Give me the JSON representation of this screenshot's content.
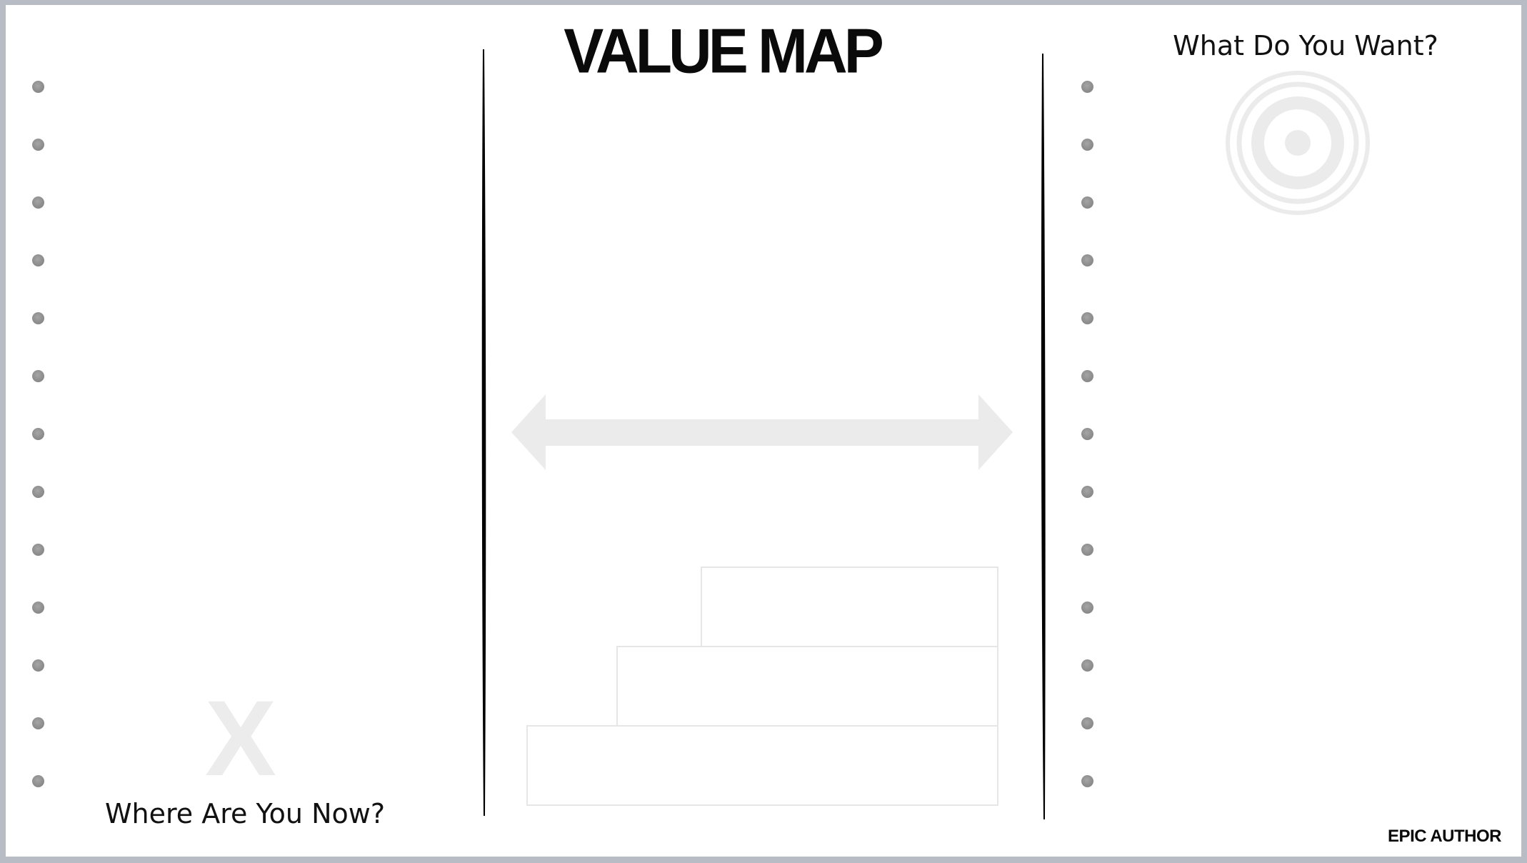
{
  "slide": {
    "title": "VALUE MAP",
    "right_heading": "What Do You Want?",
    "left_heading": "Where Are You Now?",
    "brand": "EPIC AUTHOR",
    "start_marker": "X",
    "left_dot_count": 13,
    "right_dot_count": 13
  },
  "icons": {
    "target": "target-icon",
    "arrow": "double-arrow-icon",
    "steps": "staircase-steps"
  },
  "colors": {
    "background": "#ffffff",
    "frame": "#b8bcc4",
    "text": "#111111",
    "divider": "#000000",
    "placeholder_gray": "#ececec",
    "dot_gray": "#8c8c8c"
  }
}
